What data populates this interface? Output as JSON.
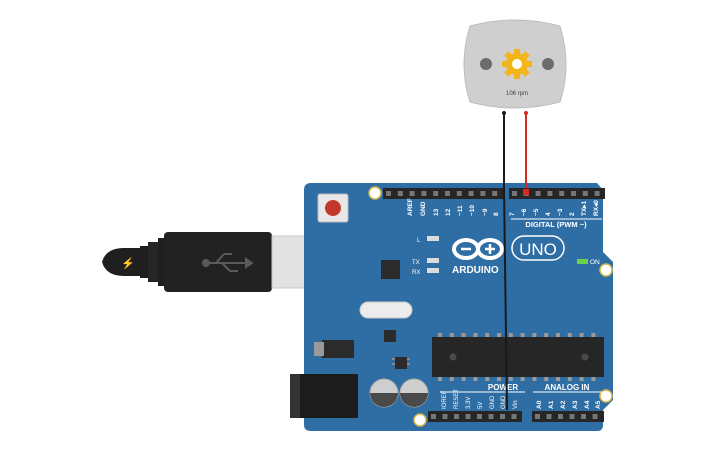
{
  "motor": {
    "speed_text": "106 rpm"
  },
  "board": {
    "brand": "ARDUINO",
    "model": "UNO",
    "digital_header_title": "DIGITAL (PWM ~)",
    "power_title": "POWER",
    "analog_title": "ANALOG IN",
    "on_label": "ON",
    "led_l": "L",
    "led_tx": "TX",
    "led_rx": "RX",
    "digital_pins": [
      "AREF",
      "GND",
      "13",
      "12",
      "~11",
      "~10",
      "~9",
      "8",
      "7",
      "~6",
      "~5",
      "4",
      "~3",
      "2",
      "TX▸1",
      "RX◂0"
    ],
    "power_pins": [
      "IOREF",
      "RESET",
      "3.3V",
      "5V",
      "GND",
      "GND",
      "Vin"
    ],
    "analog_pins": [
      "A0",
      "A1",
      "A2",
      "A3",
      "A4",
      "A5"
    ]
  },
  "colors": {
    "board": "#2F6EA4",
    "header": "#262626",
    "wire_black": "#1a1a1a",
    "wire_red": "#d42a20",
    "motor_body": "#cfcfcf",
    "gear": "#f2b61a",
    "usb_body": "#222222",
    "usb_metal": "#e2e2e2"
  }
}
